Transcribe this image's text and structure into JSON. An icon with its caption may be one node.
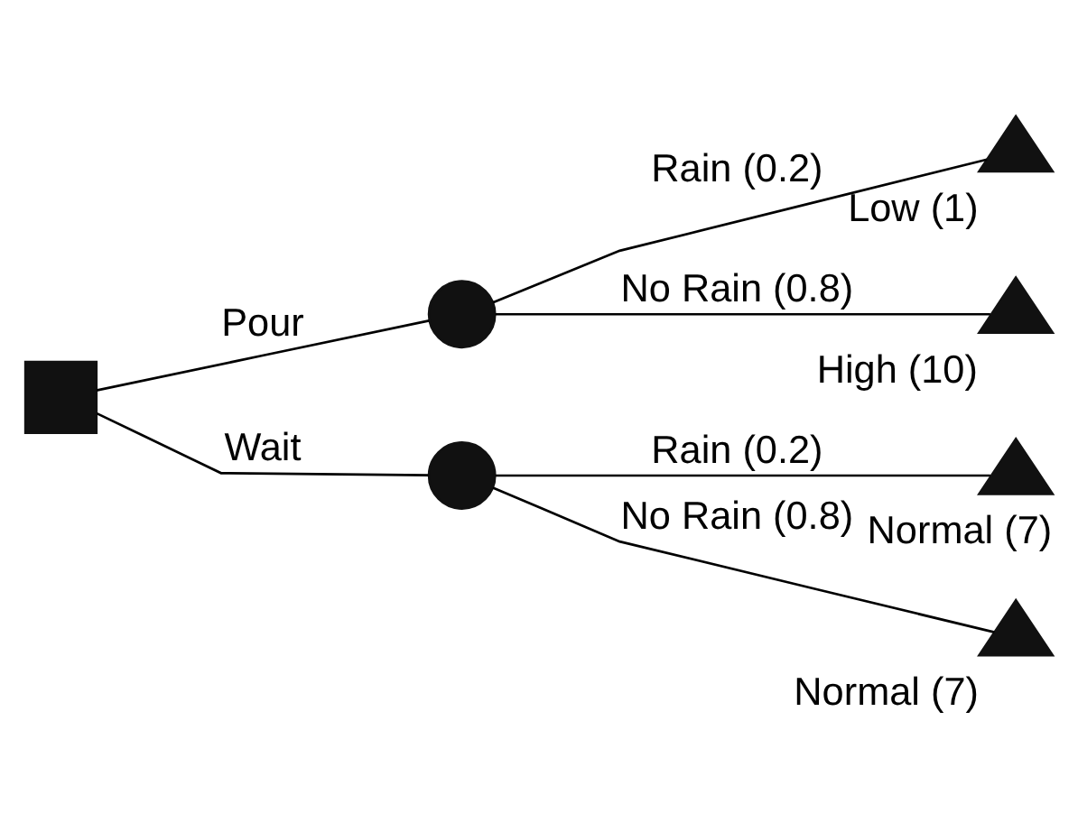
{
  "diagram": {
    "nodes": [
      {
        "text": [],
        "shape": "box"
      },
      {
        "text": [],
        "shape": "circle"
      },
      {
        "text": [],
        "shape": "circle"
      },
      {
        "text": [],
        "shape": "triangle",
        "beside": [
          "Low (1)"
        ]
      },
      {
        "text": [],
        "shape": "triangle",
        "beside": [
          "High (10)"
        ]
      },
      {
        "text": [],
        "shape": "triangle",
        "beside": [
          "Normal (7)"
        ]
      },
      {
        "text": [],
        "shape": "triangle",
        "beside": [
          "Normal (7)"
        ]
      }
    ],
    "edges": [
      {
        "from": 0,
        "to": 1,
        "arrow": "none",
        "label": "Pour"
      },
      {
        "from": 0,
        "to": 2,
        "arrow": "none",
        "label": "Wait"
      },
      {
        "from": 1,
        "to": 3,
        "arrow": "none",
        "label": "Rain (0.2)"
      },
      {
        "from": 1,
        "to": 4,
        "arrow": "none",
        "label": "No Rain (0.8)"
      },
      {
        "from": 2,
        "to": 5,
        "arrow": "none",
        "label": "Rain (0.2)"
      },
      {
        "from": 2,
        "to": 6,
        "arrow": "none",
        "label": "No Rain (0.8)"
      }
    ]
  }
}
